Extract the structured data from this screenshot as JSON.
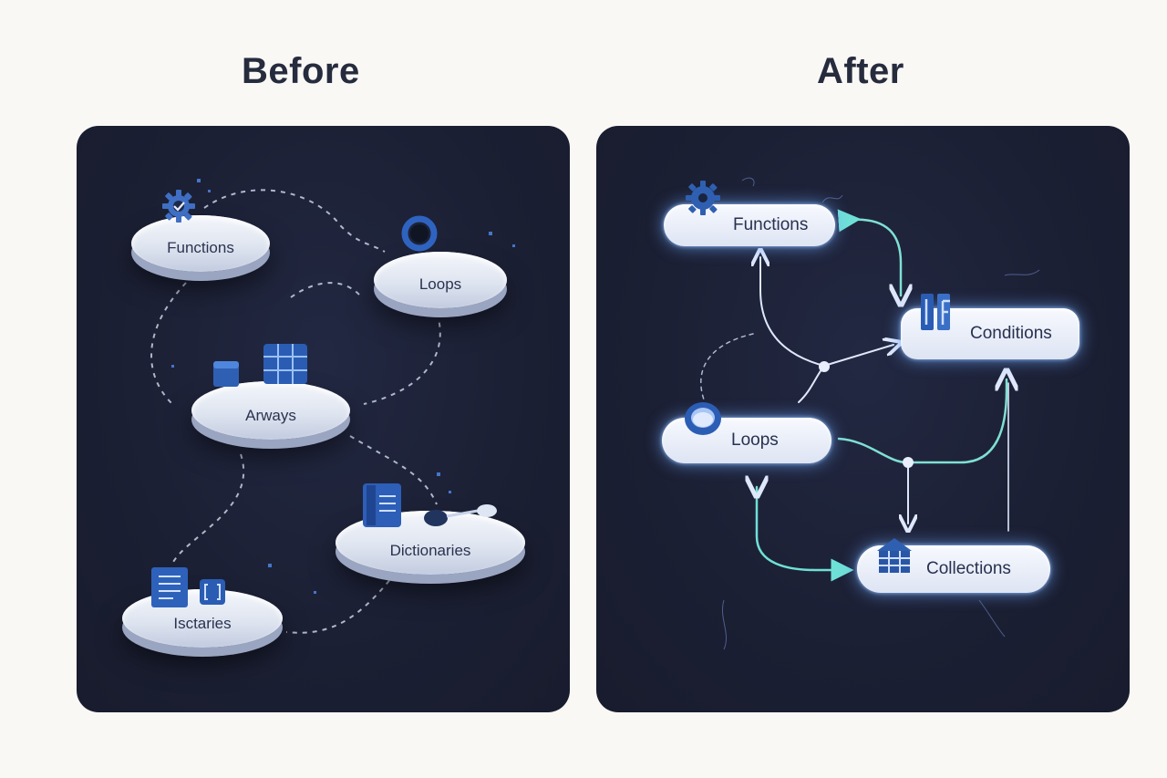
{
  "headings": {
    "before": "Before",
    "after": "After"
  },
  "before": {
    "nodes": [
      {
        "label": "Functions",
        "icon": "gear-icon"
      },
      {
        "label": "Loops",
        "icon": "ring-icon"
      },
      {
        "label": "Arways",
        "icon": "grid-icon"
      },
      {
        "label": "Dictionaries",
        "icon": "book-icon"
      },
      {
        "label": "Isctaries",
        "icon": "document-icon"
      }
    ]
  },
  "after": {
    "nodes": [
      {
        "label": "Functions",
        "icon": "gear-icon"
      },
      {
        "label": "Conditions",
        "icon": "branch-icon"
      },
      {
        "label": "Loops",
        "icon": "ring-icon"
      },
      {
        "label": "Collections",
        "icon": "grid-icon"
      }
    ]
  },
  "colors": {
    "panel_bg": "#1b1f33",
    "node_fill": "#e6ebf5",
    "glow": "#6eaaff",
    "connector_teal": "#6fe0d6",
    "heading_text": "#262c3e"
  }
}
